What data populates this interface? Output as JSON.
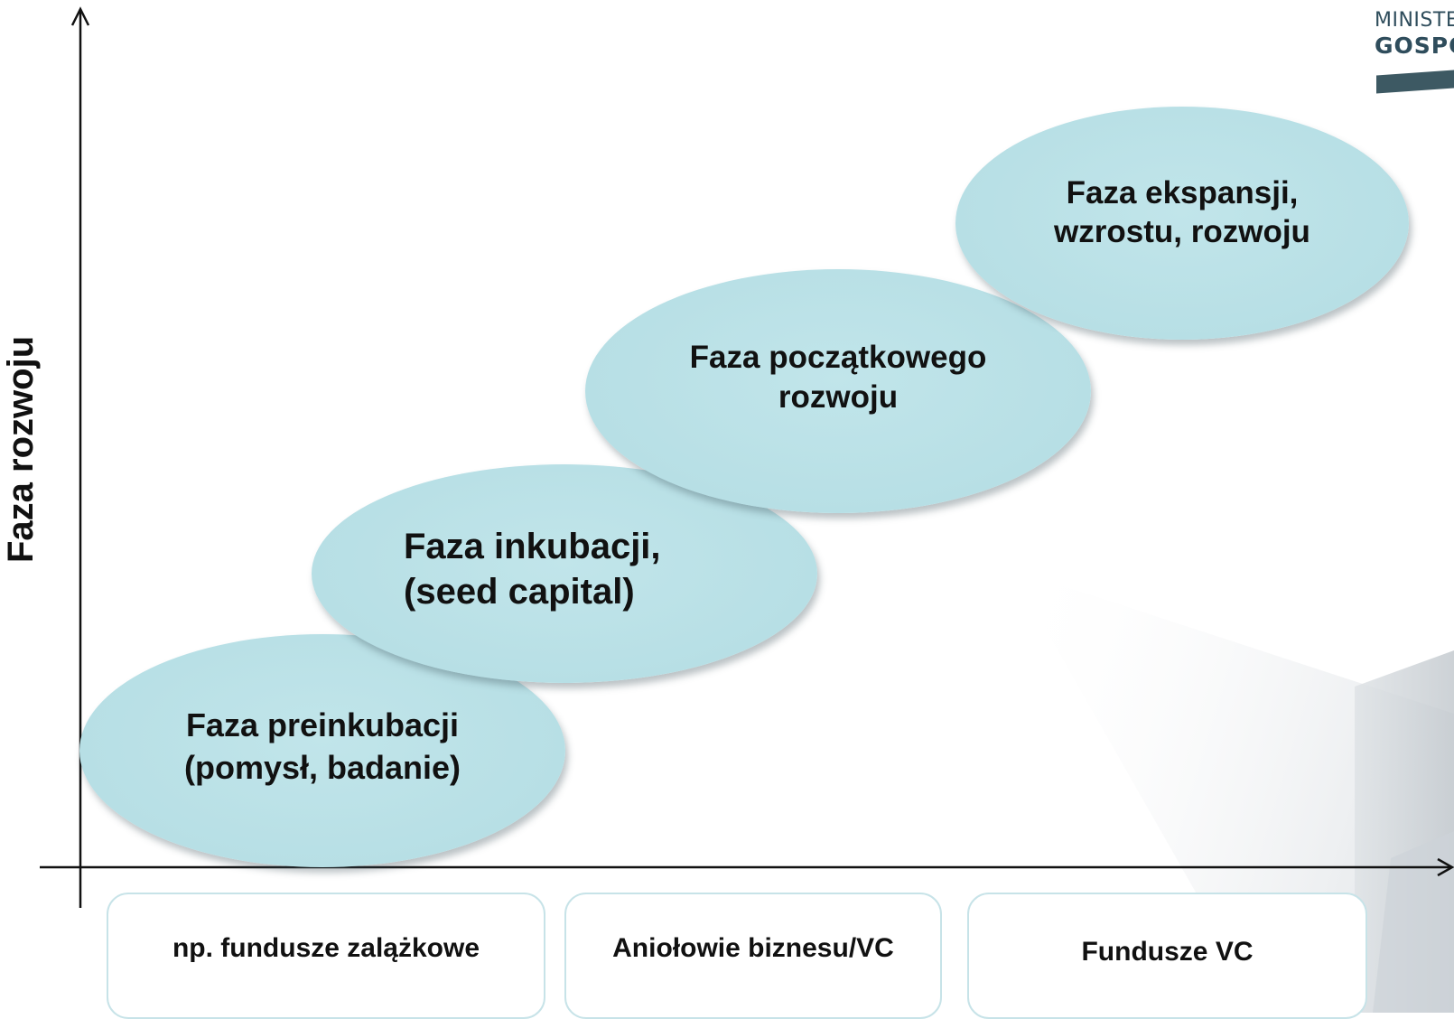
{
  "logo": {
    "line1": "MINISTE",
    "line2": "GOSPO"
  },
  "y_axis_label": "Faza rozwoju",
  "phases": [
    {
      "line1": "Faza preinkubacji",
      "line2": "(pomysł, badanie)"
    },
    {
      "line1": "Faza inkubacji,",
      "line2": "(seed capital)"
    },
    {
      "line1": "Faza początkowego",
      "line2": "rozwoju"
    },
    {
      "line1": "Faza ekspansji,",
      "line2": "wzrostu, rozwoju"
    }
  ],
  "funding": [
    "np. fundusze zalążkowe",
    "Aniołowie biznesu/VC",
    "Fundusze VC"
  ],
  "colors": {
    "ellipse_fill": "#b8dfe5",
    "box_border": "#c7e3e8",
    "logo": "#2f4d5c"
  }
}
